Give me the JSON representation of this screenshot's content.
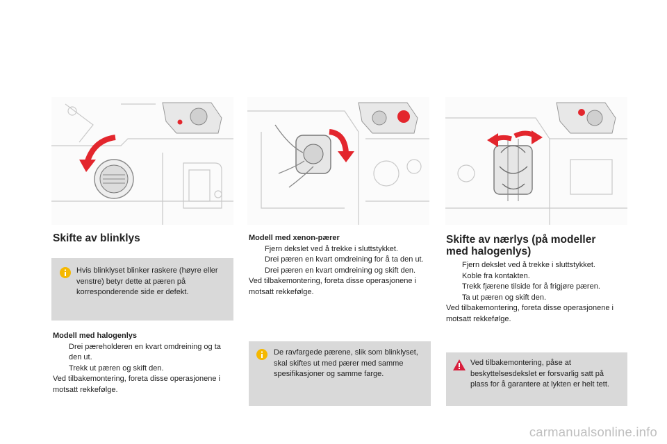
{
  "left": {
    "heading": "Skifte av blinklys",
    "info": "Hvis blinklyset blinker raskere (høyre eller venstre) betyr dette at pæren på korresponderende side er defekt.",
    "subhead": "Modell med halogenlys",
    "bullets": [
      "Drei pæreholderen en kvart omdreining og ta den ut.",
      "Trekk ut pæren og skift den."
    ],
    "footer": "Ved tilbakemontering, foreta disse operasjonene i motsatt rekkefølge."
  },
  "middle": {
    "subhead": "Modell med xenon-pærer",
    "bullets": [
      "Fjern dekslet ved å trekke i sluttstykket.",
      "Drei pæren en kvart omdreining for å ta den ut.",
      "Drei pæren en kvart omdreining og skift den."
    ],
    "footer": "Ved tilbakemontering, foreta disse operasjonene i motsatt rekkefølge.",
    "info": "De ravfargede pærene, slik som blinklyset, skal skiftes ut med pærer med samme spesifikasjoner og samme farge."
  },
  "right": {
    "heading_line1": "Skifte av nærlys (på modeller",
    "heading_line2": "med halogenlys)",
    "bullets": [
      "Fjern dekslet ved å trekke i sluttstykket.",
      "Koble fra kontakten.",
      "Trekk fjærene tilside for å frigjøre pæren.",
      "Ta ut pæren og skift den."
    ],
    "footer": "Ved tilbakemontering, foreta disse operasjonene i motsatt rekkefølge.",
    "warning": "Ved tilbakemontering, påse at beskyttelsesdekslet er forsvarlig satt på plass for å garantere at lykten er helt tett."
  },
  "bullet_marker": "",
  "watermark": "carmanualsonline.info",
  "colors": {
    "info_bg": "#d9d9d9",
    "info_icon": "#f5b800",
    "warning_icon": "#d81e3c",
    "arrow_red": "#e3262d"
  },
  "icons": {
    "info": "info-icon",
    "warning": "warning-icon"
  }
}
